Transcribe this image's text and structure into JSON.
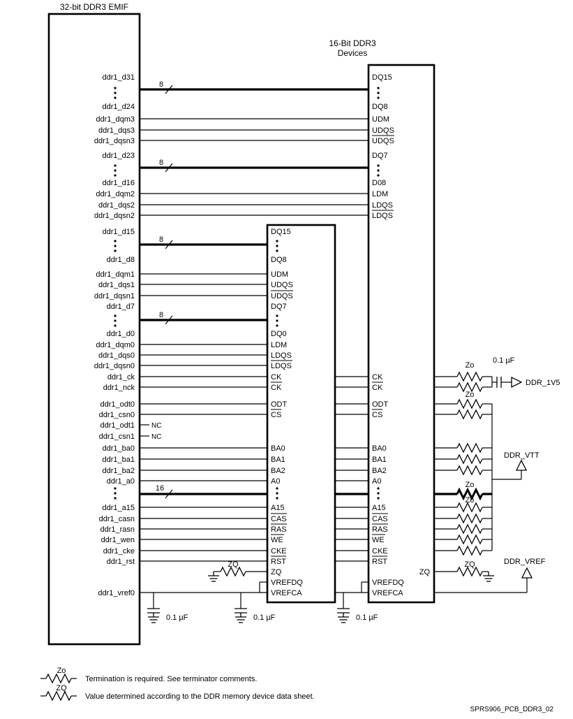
{
  "titles": {
    "emif": "32-bit DDR3 EMIF",
    "devices_line1": "16-Bit DDR3",
    "devices_line2": "Devices"
  },
  "emif": {
    "pins": {
      "d31": "ddr1_d31",
      "d24": "ddr1_d24",
      "dqm3": "ddr1_dqm3",
      "dqs3": "ddr1_dqs3",
      "dqsn3": "ddr1_dqsn3",
      "d23": "ddr1_d23",
      "d16": "ddr1_d16",
      "dqm2": "ddr1_dqm2",
      "dqs2": "ddr1_dqs2",
      "dqsn2": "ddr1_dqsn2",
      "d15": "ddr1_d15",
      "d8": "ddr1_d8",
      "dqm1": "ddr1_dqm1",
      "dqs1": "ddr1_dqs1",
      "dqsn1": "ddr1_dqsn1",
      "d7": "ddr1_d7",
      "d0": "ddr1_d0",
      "dqm0": "ddr1_dqm0",
      "dqs0": "ddr1_dqs0",
      "dqsn0": "ddr1_dqsn0",
      "ck": "ddr1_ck",
      "nck": "ddr1_nck",
      "odt0": "ddr1_odt0",
      "csn0": "ddr1_csn0",
      "odt1": "ddr1_odt1",
      "csn1": "ddr1_csn1",
      "ba0": "ddr1_ba0",
      "ba1": "ddr1_ba1",
      "ba2": "ddr1_ba2",
      "a0": "ddr1_a0",
      "a15": "ddr1_a15",
      "casn": "ddr1_casn",
      "rasn": "ddr1_rasn",
      "wen": "ddr1_wen",
      "cke": "ddr1_cke",
      "rst": "ddr1_rst",
      "vref0": "ddr1_vref0"
    }
  },
  "mid_device": {
    "pins": {
      "dq15": "DQ15",
      "dq8": "DQ8",
      "udm": "UDM",
      "udqs": "UDQS",
      "udqsn": "UDQS",
      "dq7": "DQ7",
      "dq0": "DQ0",
      "ldm": "LDM",
      "ldqs": "LDQS",
      "ldqsn": "LDQS",
      "ck": "CK",
      "ckn": "CK",
      "odt": "ODT",
      "csn": "CS",
      "ba0": "BA0",
      "ba1": "BA1",
      "ba2": "BA2",
      "a0": "A0",
      "a15": "A15",
      "casn": "CAS",
      "rasn": "RAS",
      "wen": "WE",
      "cke": "CKE",
      "rstn": "RST",
      "zq": "ZQ",
      "vrefdq": "VREFDQ",
      "vrefca": "VREFCA"
    }
  },
  "right_device": {
    "pins": {
      "dq15": "DQ15",
      "dq8": "DQ8",
      "udm": "UDM",
      "udqs": "UDQS",
      "udqsn": "UDQS",
      "dq7": "DQ7",
      "dq0": "D08",
      "ldm": "LDM",
      "ldqs": "LDQS",
      "ldqsn": "LDQS",
      "ck": "CK",
      "ckn": "CK",
      "odt": "ODT",
      "csn": "CS",
      "ba0": "BA0",
      "ba1": "BA1",
      "ba2": "BA2",
      "a0": "A0",
      "a15": "A15",
      "casn": "CAS",
      "rasn": "RAS",
      "wen": "WE",
      "cke": "CKE",
      "rstn": "RST",
      "zq": "ZQ",
      "vrefdq": "VREFDQ",
      "vrefca": "VREFCA"
    }
  },
  "bus": {
    "w8": "8",
    "w16": "16"
  },
  "nc": "NC",
  "parts": {
    "zo": "Zo",
    "zq": "ZQ",
    "cap": "0.1 µF"
  },
  "nets": {
    "ddr_1v5": "DDR_1V5",
    "ddr_vtt": "DDR_VTT",
    "ddr_vref": "DDR_VREF"
  },
  "legend": {
    "zo_symbol": "Zo",
    "zo_text": "Termination is required. See terminator comments.",
    "zq_symbol": "ZQ",
    "zq_text": "Value determined according to the DDR memory device data sheet."
  },
  "figure_id": "SPRS906_PCB_DDR3_02"
}
